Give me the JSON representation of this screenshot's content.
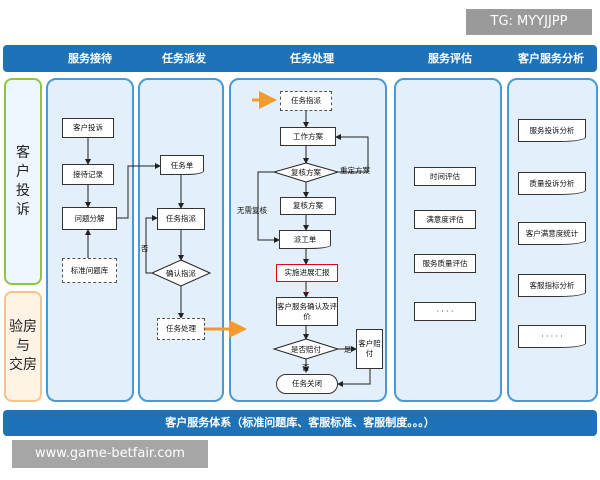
{
  "watermarks": {
    "top": "TG: MYYJJPP",
    "bottom": "www.game-betfair.com"
  },
  "columns": [
    "服务接待",
    "任务派发",
    "任务处理",
    "服务评估",
    "客户服务分析"
  ],
  "rows": {
    "complaint": "客\n户\n投\n诉",
    "handover": "验房\n与\n交房"
  },
  "reception": {
    "complaint": "客户投诉",
    "record": "接待记录",
    "classify": "问题分解",
    "library": "标准问题库"
  },
  "dispatch": {
    "task_sheet": "任务单",
    "task_assign": "任务指派",
    "confirm": "确认指派",
    "task_handle": "任务处理",
    "no": "否"
  },
  "processing": {
    "task_assign": "任务指派",
    "work_plan": "工作方案",
    "review_plan": "复核方案",
    "reset_plan": "重定方案",
    "no_review": "无需复核",
    "review_plan2": "复核方案",
    "dispatch_sheet": "派工单",
    "progress_report": "实施进展汇报",
    "customer_confirm": "客户服务确认及评价",
    "compensate": "是否赔付",
    "yes": "是",
    "no": "否",
    "customer_compensate": "客户赔付",
    "close": "任务关闭"
  },
  "evaluation": {
    "time": "时间评估",
    "satisfaction": "满意度评估",
    "quality": "服务质量评估",
    "more": "· · · ·"
  },
  "analysis": {
    "complaint_analysis": "服务投诉分析",
    "quality_analysis": "质量投诉分析",
    "satisfaction_stats": "客户满意度统计",
    "index_analysis": "客服指标分析",
    "more": "· · · · ·"
  },
  "footer": "客户服务体系（标准问题库、客服标准、客服制度。。。）",
  "colors": {
    "blue": "#1e73b8",
    "lane_border": "#4a98d4",
    "lane_fill": "#e3f0fb",
    "green": "#8dc63f",
    "orange": "#f29a2e",
    "red": "#e60012"
  }
}
